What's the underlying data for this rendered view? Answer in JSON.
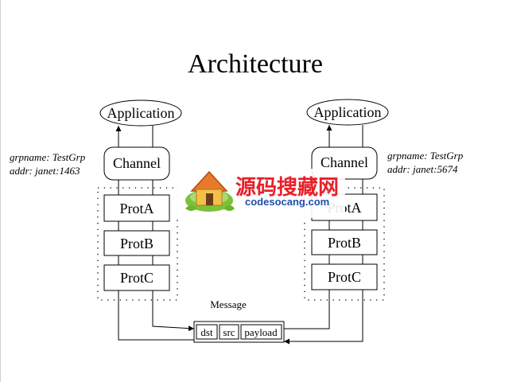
{
  "title": "Architecture",
  "left_stack": {
    "app_label": "Application",
    "channel_label": "Channel",
    "protocols": [
      "ProtA",
      "ProtB",
      "ProtC"
    ],
    "grpname": "grpname: TestGrp",
    "addr": "addr: janet:1463"
  },
  "right_stack": {
    "app_label": "Application",
    "channel_label": "Channel",
    "protocols": [
      "ProtA",
      "ProtB",
      "ProtC"
    ],
    "grpname": "grpname: TestGrp",
    "addr": "addr: janet:5674"
  },
  "message": {
    "label": "Message",
    "fields": [
      "dst",
      "src",
      "payload"
    ]
  },
  "watermark": {
    "title": "源码搜藏网",
    "url": "codesocang.com",
    "colors": {
      "title": "#e8202a",
      "url": "#1f4fa8",
      "house": "#e87a2a",
      "leaf": "#6bb42b"
    }
  }
}
